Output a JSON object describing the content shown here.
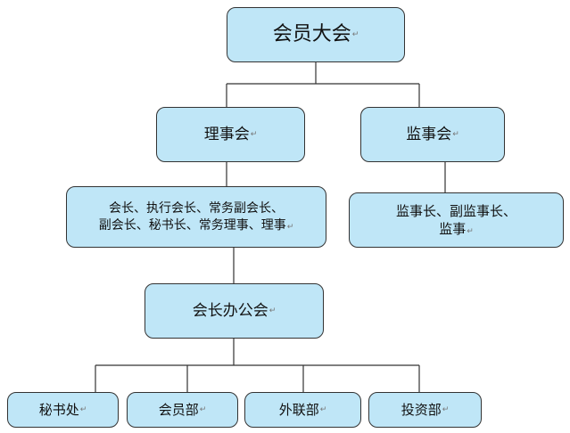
{
  "nodes": {
    "assembly": "会员大会",
    "council": "理事会",
    "supervisory_board": "监事会",
    "council_members_line1": "会长、执行会长、常务副会长、",
    "council_members_line2": "副会长、秘书长、常务理事、理事",
    "supervisors_line1": "监事长、副监事长、",
    "supervisors_line2": "监事",
    "president_office": "会长办公会",
    "secretariat": "秘书处",
    "membership_dept": "会员部",
    "liaison_dept": "外联部",
    "investment_dept": "投资部"
  },
  "paragraph_mark": "↵",
  "colors": {
    "box_fill": "#bfe6f7",
    "box_border": "#333333",
    "line": "#333333"
  }
}
